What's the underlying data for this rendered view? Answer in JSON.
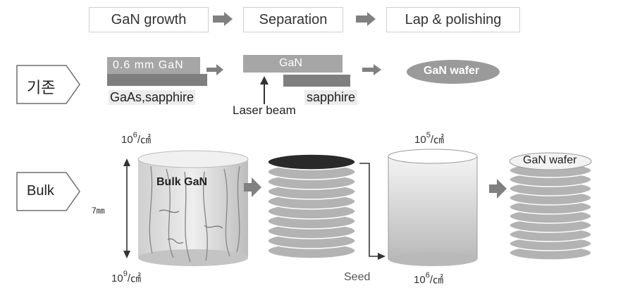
{
  "steps": [
    "GaN growth",
    "Separation",
    "Lap & polishing"
  ],
  "rows": {
    "conventional": "기존",
    "bulk": "Bulk"
  },
  "conventional": {
    "layer_gan": "0.6 mm GaN",
    "substrate": "GaAs,sapphire",
    "gan_layer": "GaN",
    "sapphire": "sapphire",
    "laser": "Laser beam",
    "wafer": "GaN wafer"
  },
  "bulk_process": {
    "bulk_label": "Bulk GaN",
    "density_top_base": "10",
    "density_top_exp": "6",
    "density_top_unit": "/㎠",
    "density_bottom_base": "10",
    "density_bottom_exp": "9",
    "density_bottom_unit": "/㎠",
    "thickness": "7㎜",
    "seed": "Seed",
    "cyl_top_base": "10",
    "cyl_top_exp": "5",
    "cyl_top_unit": "/㎠",
    "cyl_bottom_base": "10",
    "cyl_bottom_exp": "6",
    "cyl_bottom_unit": "/㎠",
    "wafer_stack_label": "GaN wafer"
  },
  "colors": {
    "arrow": "#808080",
    "gan_layer": "#a6a6a6",
    "substrate": "#7f7f7f",
    "disk": "#b3b3b3",
    "disk_dark": "#2a2a2a"
  }
}
